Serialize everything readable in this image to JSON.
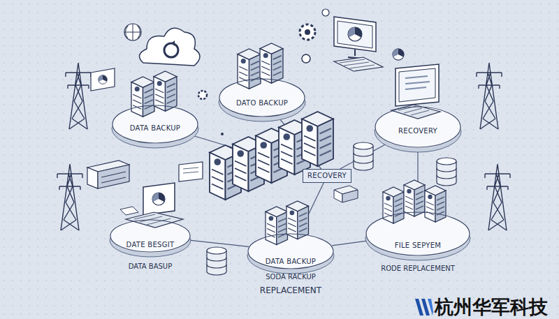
{
  "diagram": {
    "nodes": [
      {
        "text": [
          "DATO BACKUP"
        ]
      },
      {
        "text": [
          "DATA BACKUP"
        ]
      },
      {
        "text": [
          "RECOVERY"
        ]
      },
      {
        "text": [
          "RECOVERY"
        ]
      },
      {
        "text": [
          "DATE BESGIT"
        ]
      },
      {
        "text": [
          "DATA BACKUP"
        ]
      },
      {
        "text": [
          "FILE SEPYEM"
        ]
      }
    ],
    "edges": [
      {
        "from": 0,
        "to": 3,
        "arrow": "none"
      },
      {
        "from": 1,
        "to": 3,
        "arrow": "none"
      },
      {
        "from": 2,
        "to": 3,
        "arrow": "none"
      },
      {
        "from": 3,
        "to": 5,
        "arrow": "none"
      },
      {
        "from": 4,
        "to": 5,
        "arrow": "none"
      },
      {
        "from": 5,
        "to": 6,
        "arrow": "none"
      },
      {
        "from": 2,
        "to": 6,
        "arrow": "none"
      }
    ],
    "labels": [
      "DATA BASUP",
      "SODA RACKUP",
      "REPLACEMENT",
      "RODE REPLACEMENT",
      "杭州华军科技"
    ]
  }
}
